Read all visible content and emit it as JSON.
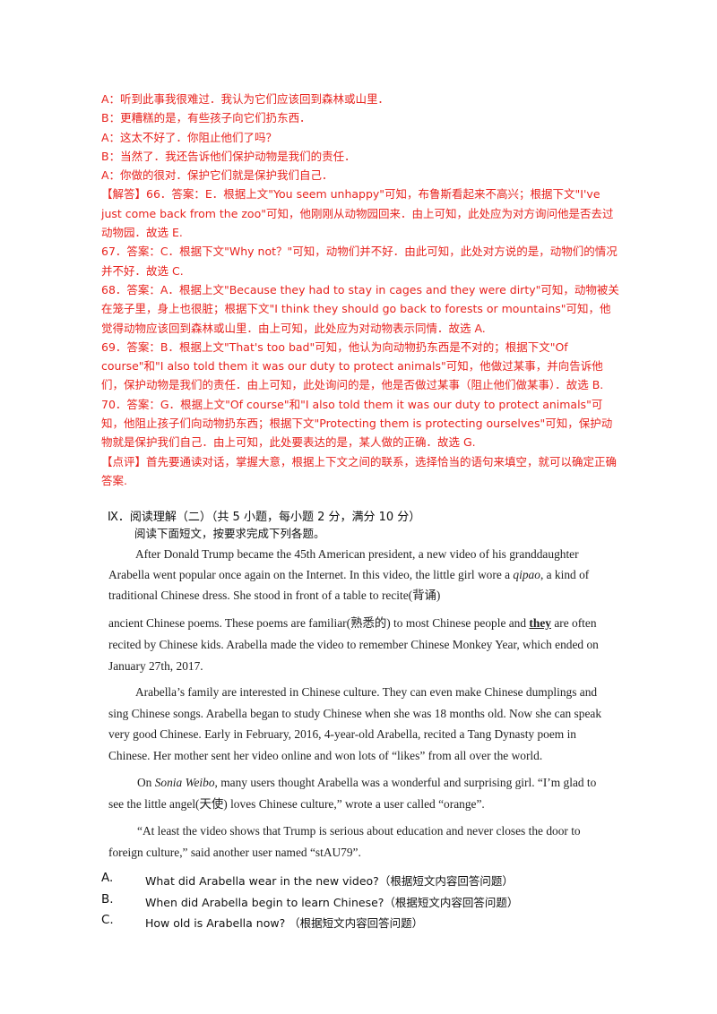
{
  "answers": [
    "A：听到此事我很难过．我认为它们应该回到森林或山里．",
    "B：更糟糕的是，有些孩子向它们扔东西．",
    "A：这太不好了．你阻止他们了吗？",
    "B：当然了．我还告诉他们保护动物是我们的责任．",
    "A：你做的很对．保护它们就是保护我们自己．"
  ],
  "analysis": [
    "【解答】66．答案：E．根据上文\"You seem unhappy\"可知，布鲁斯看起来不高兴；根据下文\"I've just come back from the zoo\"可知，他刚刚从动物园回来．由上可知，此处应为对方询问他是否去过动物园．故选 E.",
    "67．答案：C．根据下文\"Why not？\"可知，动物们并不好．由此可知，此处对方说的是，动物们的情况并不好．故选 C.",
    "68．答案：A．根据上文\"Because they had to stay in cages and they were dirty\"可知，动物被关在笼子里，身上也很脏；根据下文\"I think they should go back to forests or mountains\"可知，他觉得动物应该回到森林或山里．由上可知，此处应为对动物表示同情．故选 A.",
    "69．答案：B．根据上文\"That's too bad\"可知，他认为向动物扔东西是不对的；根据下文\"Of course\"和\"I also told them it was our duty to protect animals\"可知，他做过某事，并向告诉他们，保护动物是我们的责任．由上可知，此处询问的是，他是否做过某事（阻止他们做某事）．故选 B.",
    "70．答案：G．根据上文\"Of course\"和\"I also told them it was our duty to protect animals\"可知，他阻止孩子们向动物扔东西；根据下文\"Protecting them is protecting ourselves\"可知，保护动物就是保护我们自己．由上可知，此处要表达的是，某人做的正确．故选 G.",
    "【点评】首先要通读对话，掌握大意，根据上下文之间的联系，选择恰当的语句来填空，就可以确定正确答案."
  ],
  "section": {
    "title": "Ⅸ．阅读理解（二）（共 5 小题，每小题 2 分，满分 10 分）",
    "instruction": "阅读下面短文，按要求完成下列各题。"
  },
  "passage": {
    "p1": [
      "After Donald Trump became the 45th American president, a new video of his granddaughter",
      "Arabella went popular once again on the Internet. In this video, the little girl  wore  a ",
      "qipao",
      ",  a  kind  of",
      "traditional  Chinese  dress.  She  stood  in  front  of  a  table  to  recite(背诵)"
    ],
    "p2a": "ancient Chinese poems. These poems are familiar(熟悉的) to most Chinese people and ",
    "p2u": "they",
    "p2b": " are often",
    "p2c": "recited by Chinese kids. Arabella made the video to remember Chinese Monkey Year, which ended on",
    "p2d": "January 27th, 2017.",
    "p3": [
      "Arabella’s family are interested in Chinese culture. They can even make Chinese dumplings and",
      "sing Chinese songs. Arabella began to study Chinese when she was 18 months old. Now she can speak",
      "very good Chinese. Early in February, 2016, 4-year-old Arabella, recited a Tang Dynasty poem in",
      "Chinese. Her mother sent her video online and won lots of “likes” from all over the world."
    ],
    "p4_on": "On ",
    "p4_italic": "Sonia Weibo",
    "p4a": ", many users thought Arabella was a wonderful and surprising girl. “I’m glad to",
    "p4b": "see the little angel(天使) loves Chinese culture,” wrote a user called “orange”.",
    "p5a": "“At least the video shows that Trump is serious about education and never closes the door to",
    "p5b": "foreign culture,” said another user named “stAU79”."
  },
  "questions": [
    {
      "label": "A.",
      "text": "What did Arabella wear in the new video?（根据短文内容回答问题）"
    },
    {
      "label": "B.",
      "text": "When did Arabella begin to learn Chinese?（根据短文内容回答问题）"
    },
    {
      "label": "C.",
      "text": "How old is Arabella now?  （根据短文内容回答问题）"
    }
  ]
}
